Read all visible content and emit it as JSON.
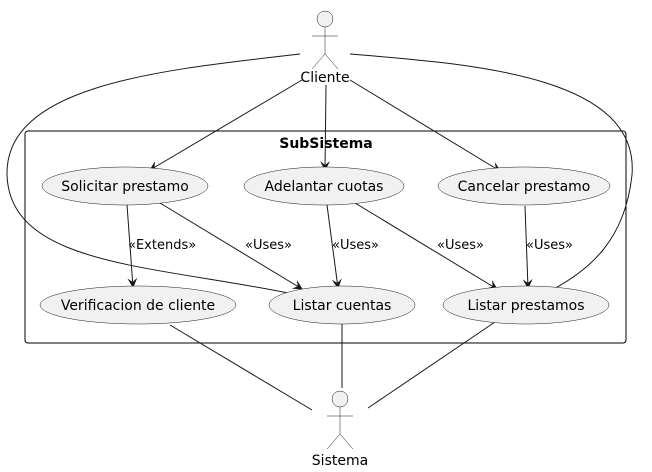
{
  "system_boundary": {
    "title": "SubSistema"
  },
  "actors": {
    "cliente": "Cliente",
    "sistema": "Sistema"
  },
  "use_cases": {
    "solicitar": "Solicitar prestamo",
    "adelantar": "Adelantar cuotas",
    "cancelar": "Cancelar prestamo",
    "verificacion": "Verificacion de cliente",
    "listar_cuentas": "Listar cuentas",
    "listar_prestamos": "Listar prestamos"
  },
  "relations": {
    "extends": "«Extends»",
    "uses_1": "«Uses»",
    "uses_2": "«Uses»",
    "uses_3": "«Uses»",
    "uses_4": "«Uses»"
  }
}
